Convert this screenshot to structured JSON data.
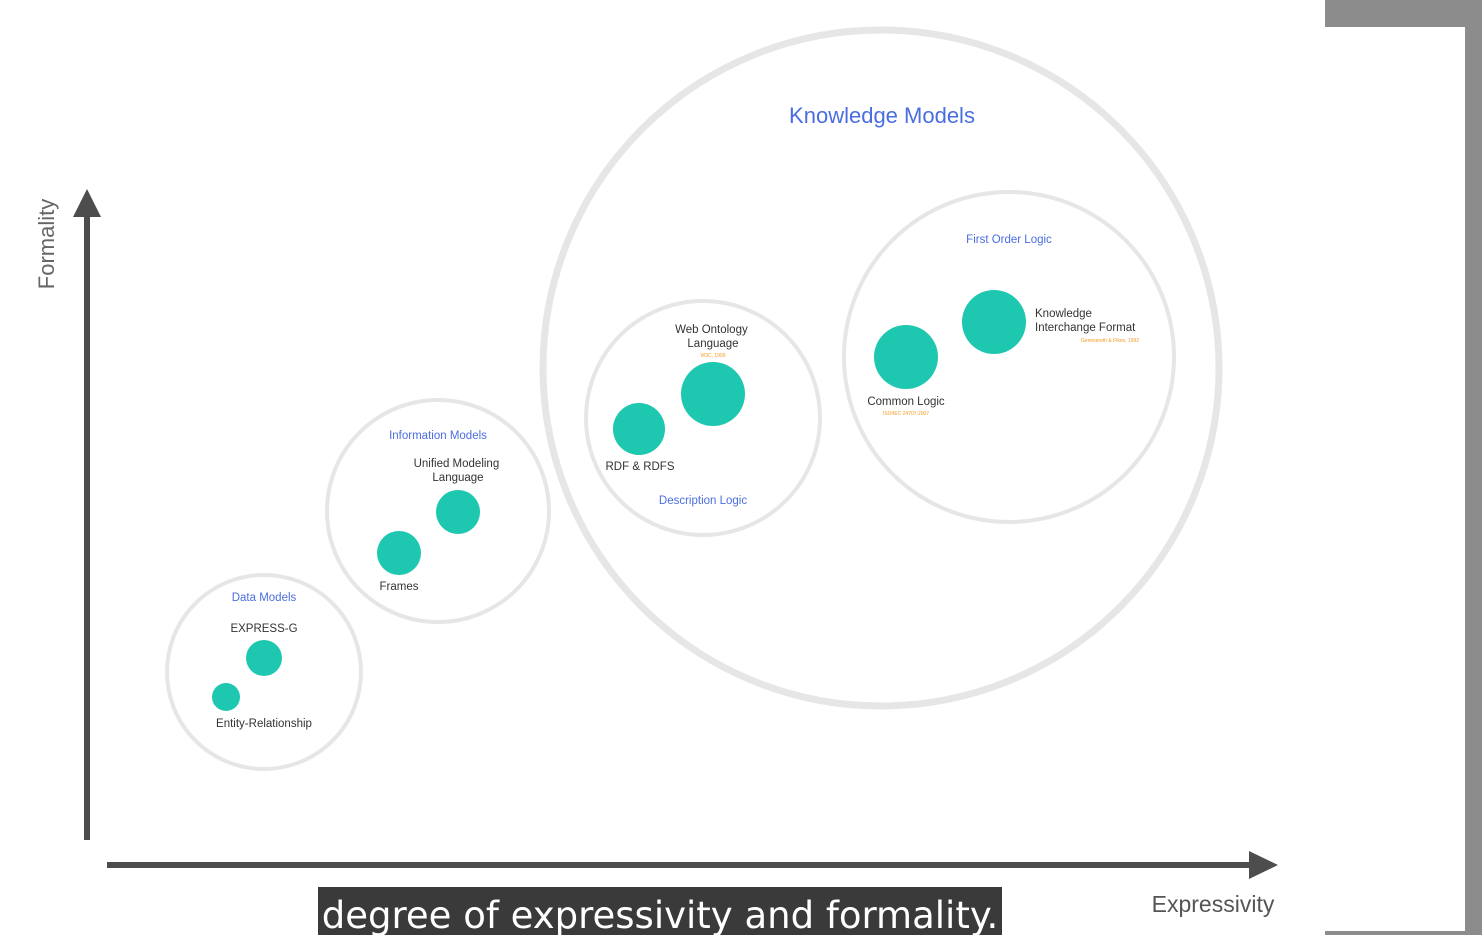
{
  "axes": {
    "y_label": "Formality",
    "x_label": "Expressivity",
    "color": "#4d4d4d"
  },
  "colors": {
    "group_title": "#4a6ee0",
    "node_label": "#333333",
    "node_fill": "#1ec8b0",
    "circle_stroke": "#e6e6e6",
    "tiny_note": "#f59a23"
  },
  "groups": {
    "knowledge_models": "Knowledge Models",
    "first_order_logic": "First Order Logic",
    "description_logic": "Description Logic",
    "information_models": "Information Models",
    "data_models": "Data Models"
  },
  "nodes": {
    "express_g": "EXPRESS-G",
    "entity_relationship": "Entity-Relationship",
    "frames": "Frames",
    "uml": [
      "Unified Modeling",
      "Language"
    ],
    "rdf": "RDF & RDFS",
    "owl": [
      "Web Ontology",
      "Language"
    ],
    "owl_note": "W3C, 1999",
    "common_logic": "Common Logic",
    "common_logic_note": "ISO/IEC 24707:2007",
    "kif": [
      "Knowledge",
      "Interchange Format"
    ],
    "kif_note": "Genesereth & Fikes, 1992"
  },
  "caption": "degree of expressivity and formality."
}
